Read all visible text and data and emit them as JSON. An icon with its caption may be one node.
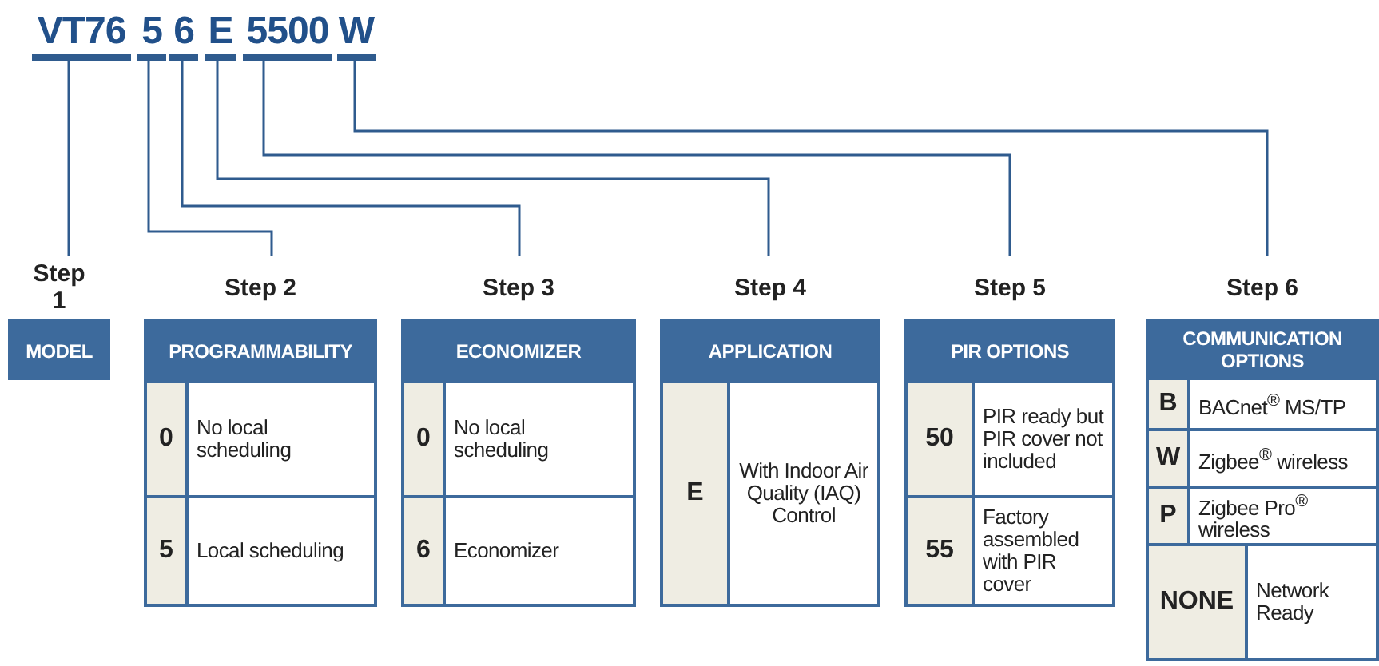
{
  "diagram": {
    "nodes": [
      {
        "text": [
          "VT76"
        ]
      },
      {
        "text": [
          "5"
        ]
      },
      {
        "text": [
          "6"
        ]
      },
      {
        "text": [
          "E"
        ]
      },
      {
        "text": [
          "5500"
        ]
      },
      {
        "text": [
          "W"
        ]
      },
      {
        "text": [
          "Step 1",
          "MODEL"
        ]
      },
      {
        "text": [
          "Step 2",
          "PROGRAMMABILITY"
        ]
      },
      {
        "text": [
          "0",
          "No local scheduling"
        ],
        "in": 7
      },
      {
        "text": [
          "5",
          "Local scheduling"
        ],
        "in": 7
      },
      {
        "text": [
          "Step 3",
          "ECONOMIZER"
        ]
      },
      {
        "text": [
          "0",
          "No local scheduling"
        ],
        "in": 10
      },
      {
        "text": [
          "6",
          "Economizer"
        ],
        "in": 10
      },
      {
        "text": [
          "Step 4",
          "APPLICATION"
        ]
      },
      {
        "text": [
          "E",
          "With Indoor Air Quality (IAQ) Control"
        ],
        "in": 13
      },
      {
        "text": [
          "Step 5",
          "PIR OPTIONS"
        ]
      },
      {
        "text": [
          "50",
          "PIR ready but PIR cover not included"
        ],
        "in": 15
      },
      {
        "text": [
          "55",
          "Factory assembled with PIR cover"
        ],
        "in": 15
      },
      {
        "text": [
          "Step 6",
          "COMMUNICATION OPTIONS"
        ]
      },
      {
        "text": [
          "B",
          "BACnet$^{®}$ MS/TP"
        ],
        "in": 18
      },
      {
        "text": [
          "W",
          "Zigbee$^{®}$ wireless"
        ],
        "in": 18
      },
      {
        "text": [
          "P",
          "Zigbee Pro$^{®}$ wireless"
        ],
        "in": 18
      },
      {
        "text": [
          "NONE",
          "Network Ready"
        ],
        "in": 18
      }
    ],
    "edges": [
      {
        "from": 0,
        "to": 6,
        "arrow": "none"
      },
      {
        "from": 1,
        "to": 7,
        "arrow": "none"
      },
      {
        "from": 2,
        "to": 10,
        "arrow": "none"
      },
      {
        "from": 3,
        "to": 13,
        "arrow": "none"
      },
      {
        "from": 4,
        "to": 15,
        "arrow": "none"
      },
      {
        "from": 5,
        "to": 18,
        "arrow": "none"
      }
    ]
  }
}
